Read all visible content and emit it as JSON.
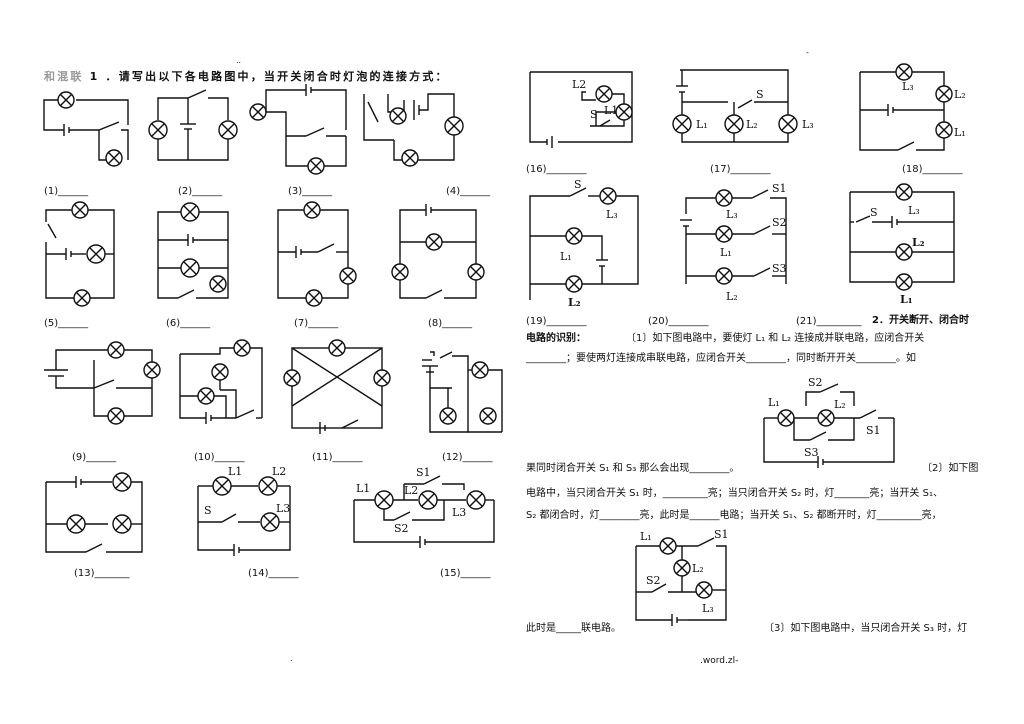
{
  "left": {
    "heading_gray": "和混联",
    "heading_main": "1 ．请写出以下各电路图中，当开关闭合时灯泡的连接方式：",
    "labels": [
      "(1)______",
      "(2)______",
      "(3)______",
      "(4)______",
      "(5)______",
      "(6)______",
      "(7)______",
      "(8)______",
      "(9)______",
      "(10)______",
      "(11)______",
      "(12)______",
      "(13)_______",
      "(14)______",
      "(15)______"
    ]
  },
  "right": {
    "labels_top": [
      "(16)________",
      "(17)________",
      "(18)________"
    ],
    "labels_mid": [
      "(19)________",
      "(20)________",
      "(21)_________"
    ],
    "section2_title": "2．开关断开、闭合时",
    "section2_title2": "电路的识别：",
    "q1_line1": "〔1〕如下图电路中，要使灯 L₁ 和 L₂ 连接成并联电路，应闭合开关",
    "q1_line2": "________；要使两灯连接成串联电路，应闭合开关________，同时断开开关________。如",
    "q1_line3": "果同时闭合开关 S₁ 和 S₃ 那么会出现________。",
    "q2_start": "〔2〕如下图",
    "q2_line1": "电路中，当只闭合开关 S₁ 时，_________亮；当只闭合开关 S₂ 时，灯_______亮；当开关 S₁、",
    "q2_line2": "S₂ 都闭合时，灯________亮，此时是______电路；当开关 S₁、S₂ 都断开时，灯_________亮，",
    "q2_line3": "此时是_____联电路。",
    "q3_start": "〔3〕如下图电路中，当只闭合开关 S₃ 时，灯"
  },
  "circuit_labels": {
    "L1": "L1",
    "L2": "L2",
    "L3": "L3",
    "S": "S",
    "S1": "S1",
    "S2": "S2",
    "S3": "S3",
    "L1i": "L₁",
    "L2i": "L₂",
    "L3i": "L₃"
  },
  "footer": ".word.zl-",
  "top_mark": "..",
  "top_mark2": "-",
  "bottom_mark": "."
}
